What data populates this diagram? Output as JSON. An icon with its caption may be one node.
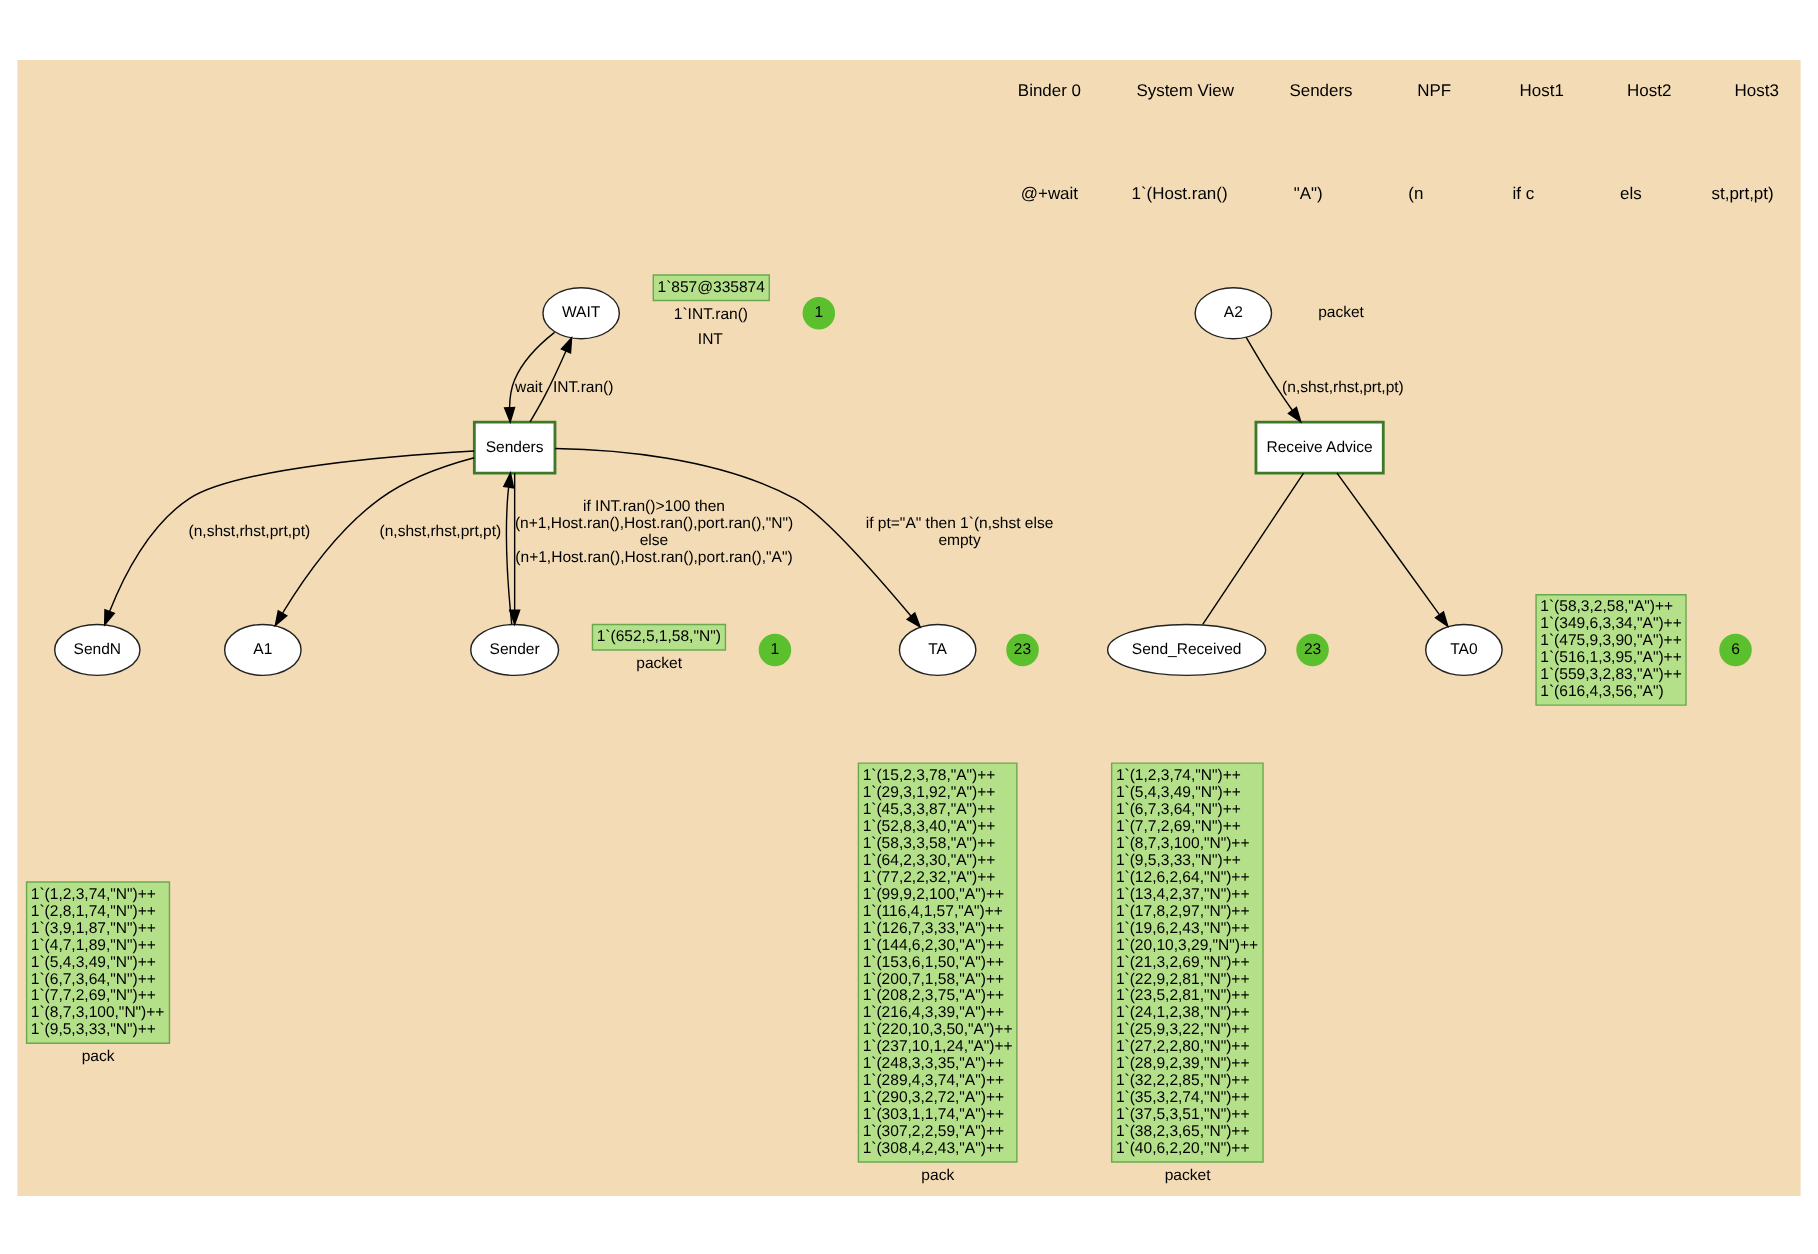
{
  "diagram": {
    "nodes": [
      {
        "text": [
          "WAIT"
        ],
        "beside": [
          "1",
          "1`857@335874",
          "1`INT.ran()",
          "INT"
        ]
      },
      {
        "text": [
          "SendN"
        ],
        "beside": [
          "1`(1,2,3,74,\"N\")++ 1`(2,8,1,74,\"N\")++ 1`(3,9,1,87,\"N\")++ 1`(4,7,1,89,\"N\")++ 1`(5,4,3,49,\"N\")++ 1`(6,7,3,64,\"N\")++ 1`(7,7,2,69,\"N\")++ 1`(8,7,3,100,\"N\")++ 1`(9,5,3,33,\"N\")++",
          "pack"
        ]
      },
      {
        "text": [
          "Senders"
        ]
      },
      {
        "text": [
          "Sender"
        ],
        "beside": [
          "1",
          "1`(652,5,1,58,\"N\")",
          "packet"
        ]
      },
      {
        "text": [
          "A1"
        ]
      },
      {
        "text": [
          "TA"
        ],
        "beside": [
          "23",
          "1`(15,2,3,78,\"A\")++ 1`(29,3,1,92,\"A\")++ 1`(45,3,3,87,\"A\")++ 1`(52,8,3,40,\"A\")++ 1`(58,3,3,58,\"A\")++ 1`(64,2,3,30,\"A\")++ 1`(77,2,2,32,\"A\")++ 1`(99,9,2,100,\"A\")++ 1`(116,4,1,57,\"A\")++ 1`(126,7,3,33,\"A\")++ 1`(144,6,2,30,\"A\")++ 1`(153,6,1,50,\"A\")++ 1`(200,7,1,58,\"A\")++ 1`(208,2,3,75,\"A\")++ 1`(216,4,3,39,\"A\")++ 1`(220,10,3,50,\"A\")++ 1`(237,10,1,24,\"A\")++ 1`(248,3,3,35,\"A\")++ 1`(289,4,3,74,\"A\")++ 1`(290,3,2,72,\"A\")++ 1`(303,1,1,74,\"A\")++ 1`(307,2,2,59,\"A\")++ 1`(308,4,2,43,\"A\")++",
          "pack"
        ]
      },
      {
        "text": [
          "Receive Advice"
        ]
      },
      {
        "text": [
          "A2"
        ],
        "beside": [
          "packet"
        ]
      },
      {
        "text": [
          "Send_Received"
        ],
        "beside": [
          "23",
          "1`(1,2,3,74,\"N\")++ 1`(5,4,3,49,\"N\")++ 1`(6,7,3,64,\"N\")++ 1`(7,7,2,69,\"N\")++ 1`(8,7,3,100,\"N\")++ 1`(9,5,3,33,\"N\")++ 1`(12,6,2,64,\"N\")++ 1`(13,4,2,37,\"N\")++ 1`(17,8,2,97,\"N\")++ 1`(19,6,2,43,\"N\")++ 1`(20,10,3,29,\"N\")++ 1`(21,3,2,69,\"N\")++ 1`(22,9,2,81,\"N\")++ 1`(23,5,2,81,\"N\")++ 1`(24,1,2,38,\"N\")++ 1`(25,9,3,22,\"N\")++ 1`(27,2,2,80,\"N\")++ 1`(28,9,2,39,\"N\")++ 1`(32,2,2,85,\"N\")++ 1`(35,3,2,74,\"N\")++ 1`(37,5,3,51,\"N\")++ 1`(38,2,3,65,\"N\")++ 1`(40,6,2,20,\"N\")++",
          "packet"
        ]
      },
      {
        "text": [
          "TA0"
        ],
        "beside": [
          "6",
          "1`(58,3,2,58,\"A\")++ 1`(349,6,3,34,\"A\")++ 1`(475,9,3,90,\"A\")++ 1`(516,1,3,95,\"A\")++ 1`(559,3,2,83,\"A\")++ 1`(616,4,3,56,\"A\")"
        ]
      }
    ],
    "edges": [
      {
        "from": 0,
        "to": 2,
        "arrow": "to",
        "label": "wait"
      },
      {
        "from": 2,
        "to": 0,
        "arrow": "to",
        "label": "INT.ran()"
      },
      {
        "from": 2,
        "to": 1,
        "arrow": "to",
        "label": "(n,shst,rhst,prt,pt)"
      },
      {
        "from": 2,
        "to": 3,
        "arrow": "to",
        "label": "if INT.ran()>100 then (n+1,Host.ran(),Host.ran(),port.ran(),\"N\") else (n+1,Host.ran(),Host.ran(),port.ran(),\"A\")"
      },
      {
        "from": 3,
        "to": 2,
        "arrow": "to"
      },
      {
        "from": 2,
        "to": 4,
        "arrow": "to",
        "label": "(n,shst,rhst,prt,pt)"
      },
      {
        "from": 2,
        "to": 5,
        "arrow": "to",
        "label": "if pt=\"A\" then 1`(n,shst else empty"
      },
      {
        "from": 7,
        "to": 6,
        "arrow": "to",
        "label": "(n,shst,rhst,prt,pt)"
      },
      {
        "from": 6,
        "to": 8,
        "arrow": "none"
      },
      {
        "from": 6,
        "to": 9,
        "arrow": "to"
      }
    ],
    "labels": [
      "Binder 0",
      "System View",
      "Senders",
      "NPF",
      "Host1",
      "Host2",
      "Host3",
      "@+wait",
      "1`(Host.ran()",
      "\"A\")",
      "(n",
      "if c",
      "els",
      "st,prt,pt)"
    ]
  }
}
